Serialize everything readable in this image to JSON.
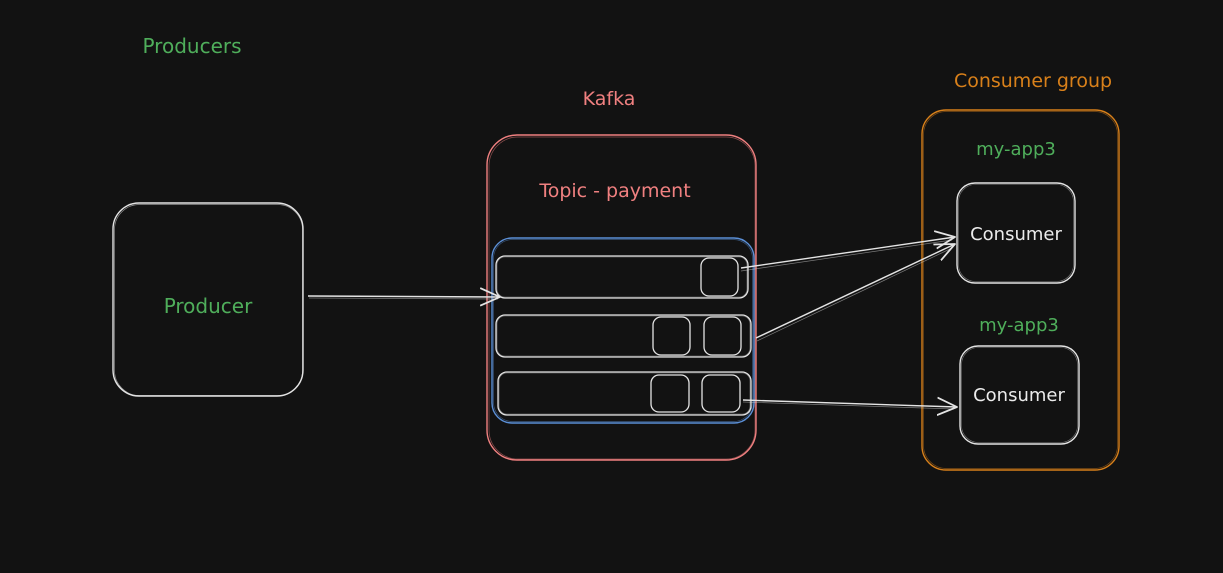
{
  "labels": {
    "producers_title": "Producers",
    "producer_box": "Producer",
    "kafka_title": "Kafka",
    "topic_title": "Topic - payment",
    "consumer_group_title": "Consumer group",
    "consumer_1_app": "my-app3",
    "consumer_1_box": "Consumer",
    "consumer_2_app": "my-app3",
    "consumer_2_box": "Consumer"
  },
  "colors": {
    "background": "#121212",
    "producer_green": "#4fae5b",
    "kafka_red": "#f08080",
    "partition_blue": "#5b8fd6",
    "consumer_group_orange": "#d8801a",
    "stroke_white": "#e4e4e4"
  }
}
